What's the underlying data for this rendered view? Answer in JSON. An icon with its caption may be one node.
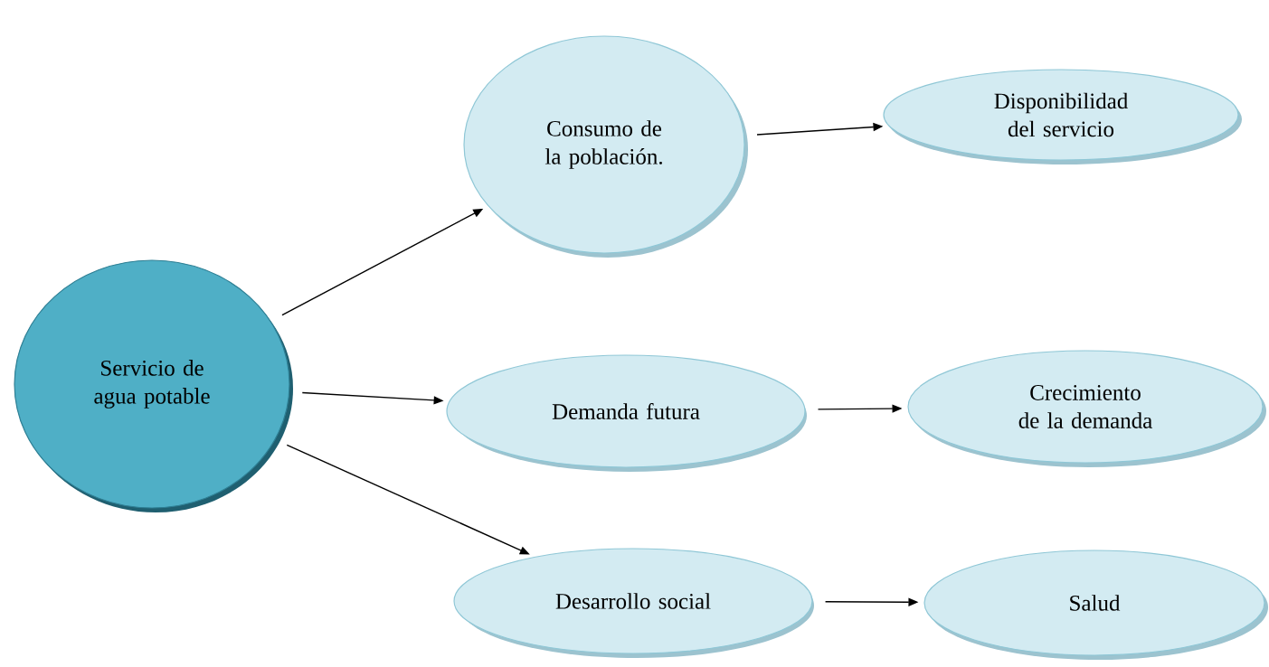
{
  "diagram": {
    "nodes": [
      {
        "text": [
          "Servicio de agua potable"
        ]
      },
      {
        "text": [
          "Consumo de la población."
        ]
      },
      {
        "text": [
          "Disponibilidad del servicio"
        ]
      },
      {
        "text": [
          "Demanda futura"
        ]
      },
      {
        "text": [
          "Crecimiento de la demanda"
        ]
      },
      {
        "text": [
          "Desarrollo social"
        ]
      },
      {
        "text": [
          "Salud"
        ]
      }
    ],
    "edges": [
      {
        "from": 0,
        "to": 1,
        "arrow": "to"
      },
      {
        "from": 0,
        "to": 3,
        "arrow": "to"
      },
      {
        "from": 0,
        "to": 5,
        "arrow": "to"
      },
      {
        "from": 1,
        "to": 2,
        "arrow": "to"
      },
      {
        "from": 3,
        "to": 4,
        "arrow": "to"
      },
      {
        "from": 5,
        "to": 6,
        "arrow": "to"
      }
    ]
  }
}
